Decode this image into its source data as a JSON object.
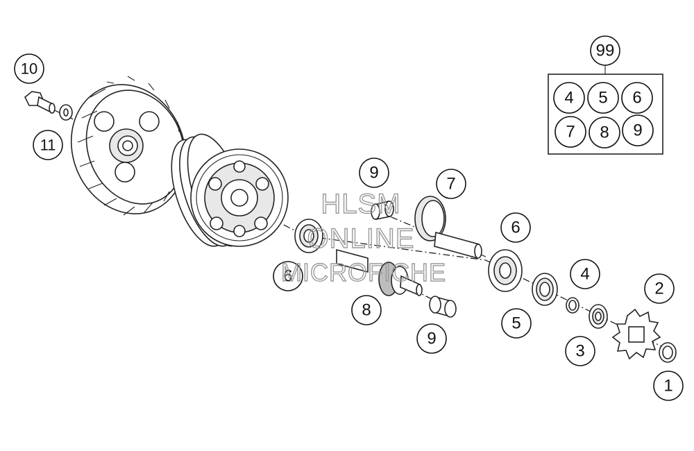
{
  "watermark": {
    "line1": "HLSM",
    "line2": "ONLINE",
    "line3": "MICROFICHE"
  },
  "callouts": [
    "10",
    "11",
    "9",
    "7",
    "6",
    "6",
    "8",
    "9",
    "5",
    "4",
    "2",
    "3",
    "1"
  ],
  "kit": {
    "number": "99",
    "contents": [
      "4",
      "5",
      "6",
      "7",
      "8",
      "9"
    ]
  }
}
